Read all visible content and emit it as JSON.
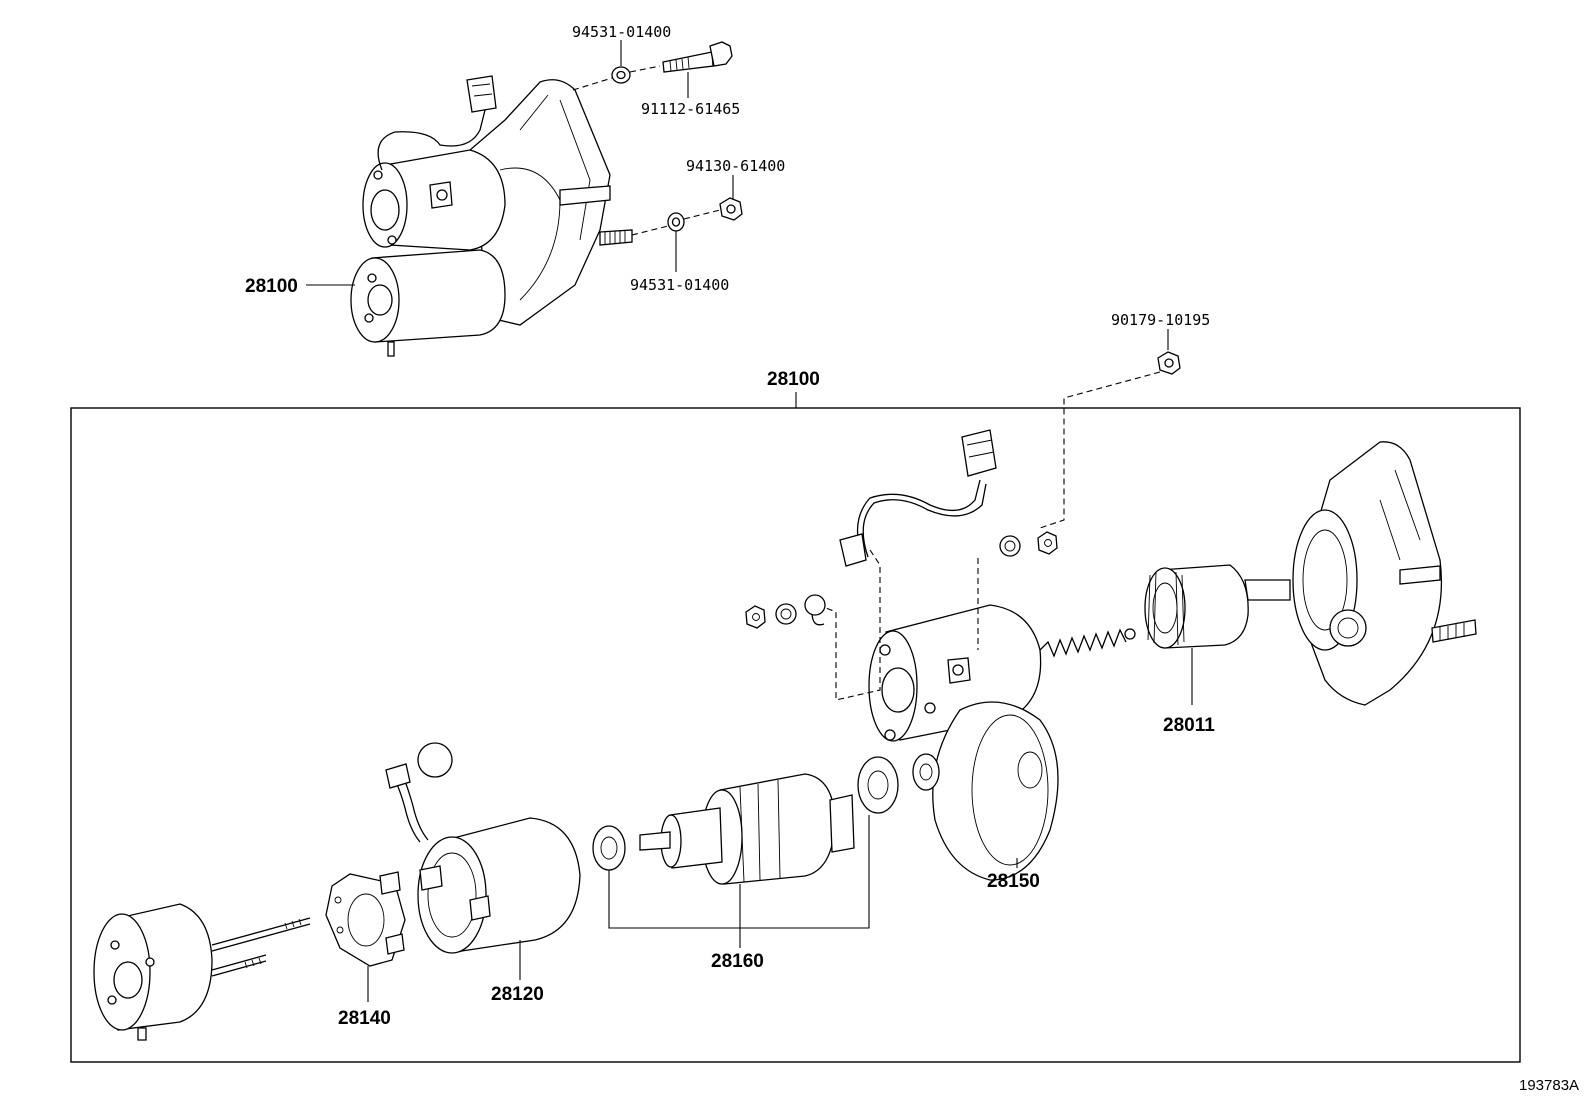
{
  "diagram": {
    "labels": {
      "washer_top": "94531-01400",
      "bolt": "91112-61465",
      "nut_top": "94130-61400",
      "washer_mid": "94531-01400",
      "starter_assy": "28100",
      "box_title": "28100",
      "nut_right": "90179-10195",
      "clutch": "28011",
      "housing": "28150",
      "armature": "28160",
      "yoke": "28120",
      "brush_holder": "28140",
      "figure_id": "193783A"
    }
  }
}
